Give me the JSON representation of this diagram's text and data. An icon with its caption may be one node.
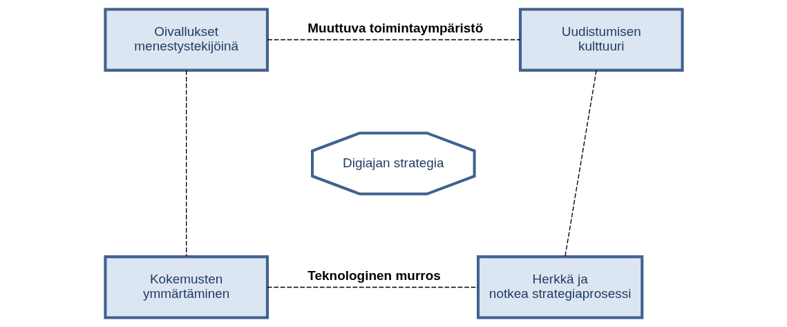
{
  "diagram": {
    "nodes": [
      {
        "text": [
          "Oivallukset menestystekijöinä"
        ]
      },
      {
        "text": [
          "Uudistumisen kulttuuri"
        ]
      },
      {
        "text": [
          "Digiajan strategia"
        ]
      },
      {
        "text": [
          "Kokemusten ymmärtäminen"
        ]
      },
      {
        "text": [
          "Herkkä ja notkea strategiaprosessi"
        ]
      }
    ],
    "edges": [
      {
        "from": 0,
        "to": 1,
        "arrow": "none",
        "style": "dashed",
        "label": "Muuttuva toimintaympäristö"
      },
      {
        "from": 0,
        "to": 3,
        "arrow": "none",
        "style": "dashed"
      },
      {
        "from": 1,
        "to": 4,
        "arrow": "none",
        "style": "dashed"
      },
      {
        "from": 3,
        "to": 4,
        "arrow": "none",
        "style": "dashed",
        "label": "Teknologinen murros"
      }
    ]
  }
}
